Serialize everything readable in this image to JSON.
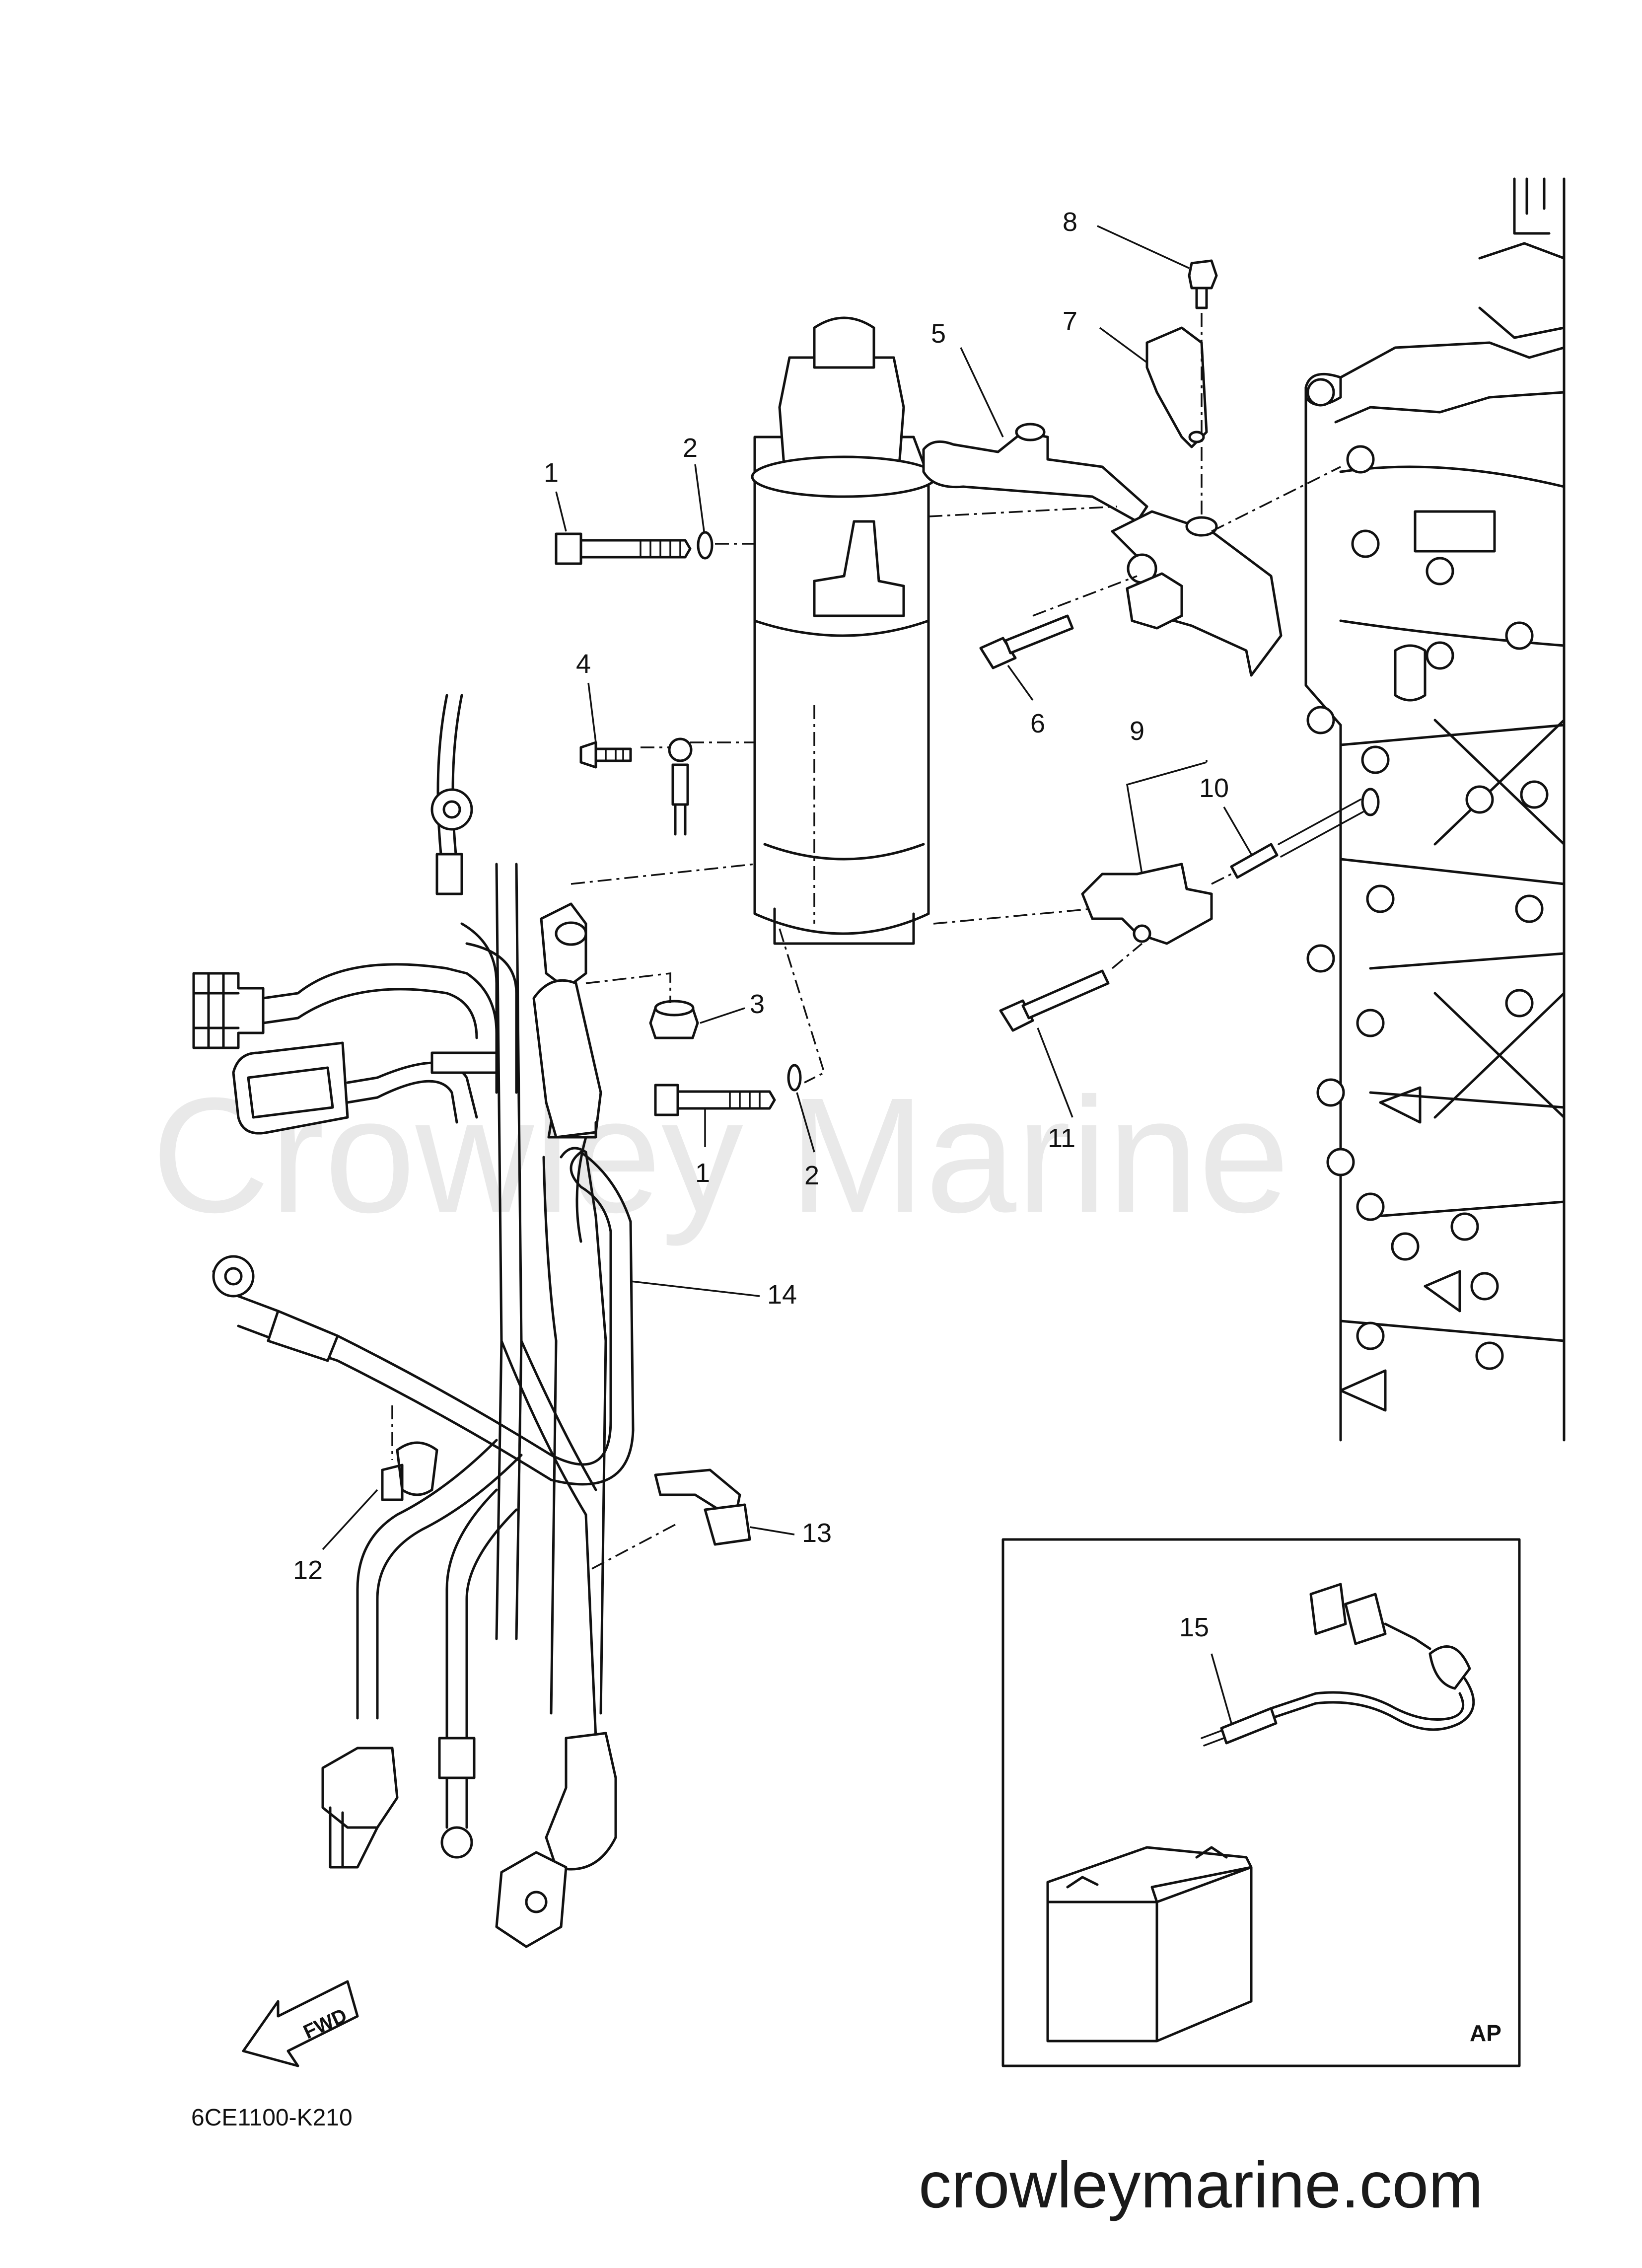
{
  "diagram": {
    "part_code": "6CE1100-K210",
    "inset_label": "AP",
    "direction_label": "FWD",
    "watermark": "Crowley Marine",
    "website": "crowleymarine.com",
    "callouts": [
      {
        "id": "c1a",
        "number": "1"
      },
      {
        "id": "c2a",
        "number": "2"
      },
      {
        "id": "c4",
        "number": "4"
      },
      {
        "id": "c5",
        "number": "5"
      },
      {
        "id": "c6",
        "number": "6"
      },
      {
        "id": "c7",
        "number": "7"
      },
      {
        "id": "c8",
        "number": "8"
      },
      {
        "id": "c9",
        "number": "9"
      },
      {
        "id": "c10",
        "number": "10"
      },
      {
        "id": "c3",
        "number": "3"
      },
      {
        "id": "c1b",
        "number": "1"
      },
      {
        "id": "c2b",
        "number": "2"
      },
      {
        "id": "c11",
        "number": "11"
      },
      {
        "id": "c14",
        "number": "14"
      },
      {
        "id": "c12",
        "number": "12"
      },
      {
        "id": "c13",
        "number": "13"
      },
      {
        "id": "c15",
        "number": "15"
      }
    ]
  }
}
